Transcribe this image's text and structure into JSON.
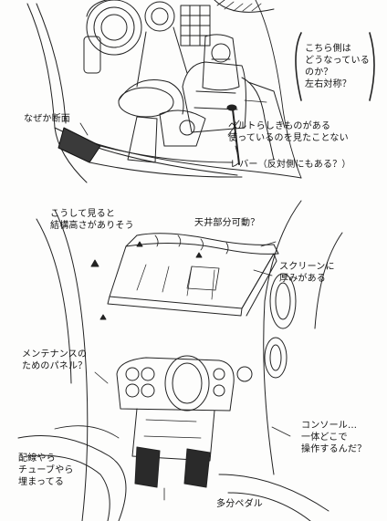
{
  "notes": {
    "right_side_question": "こちら側は\nどうなっている\nのか？\n左右対称？",
    "cut_section": "なぜか断面",
    "belt": "ベルトらしきものがある\n使っているのを見たことない",
    "lever": "レバー（反対側にもある？）",
    "height": "こうして見ると\n結構高さがありそう",
    "ceiling": "天井部分可動？",
    "screen": "スクリーンに\n厚みがある",
    "maintenance": "メンテナンスの\nためのパネル？",
    "console": "コンソール…\n一体どこで\n操作するんだ？",
    "wiring": "配線やら\nチューブやら\n埋まってる",
    "pedal": "多分ペダル"
  }
}
